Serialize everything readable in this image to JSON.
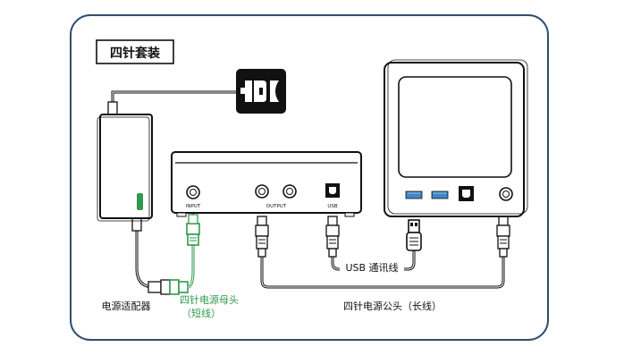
{
  "title": "四针套装",
  "devices": {
    "middle_box": {
      "input_label": "INPUT",
      "output_label": "OUTPUT",
      "usb_label": "USB"
    }
  },
  "labels": {
    "adapter": "电源适配器",
    "short_cable_line1": "四针电源母头",
    "short_cable_line2": "（短线）",
    "long_cable": "四针电源公头（长线）",
    "usb_cable": "USB 通讯线"
  },
  "colors": {
    "frame": "#2f4f6f",
    "green": "#2f9a4e",
    "black": "#111111",
    "usb_blue": "#3e86c8"
  }
}
